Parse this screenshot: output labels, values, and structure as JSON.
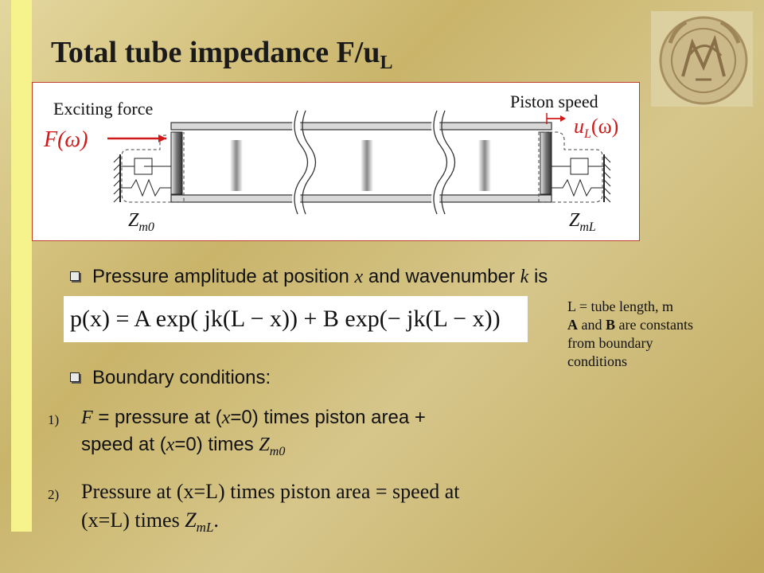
{
  "slide": {
    "title": "Total tube impedance F/u",
    "title_sub": "L"
  },
  "figure": {
    "exciting_force": "Exciting force",
    "piston_speed": "Piston speed",
    "force_symbol": "F(ω)",
    "speed_symbol_main": "u",
    "speed_symbol_sub": "L",
    "speed_symbol_arg": "(ω)",
    "zm0_main": "Z",
    "zm0_sub": "m0",
    "zmL_main": "Z",
    "zmL_sub": "mL"
  },
  "bullet1": {
    "pre": "Pressure amplitude at position ",
    "x": "x",
    "mid": " and wavenumber ",
    "k": "k",
    "post": " is"
  },
  "equation": "p(x) = A exp( jk(L − x)) + B exp(− jk(L − x))",
  "note": {
    "line1": "L = tube length, m",
    "line2_a": "A",
    "line2_mid": " and ",
    "line2_b": "B",
    "line2_post": " are constants",
    "line3": "from boundary",
    "line4": "conditions"
  },
  "bullet2": "Boundary conditions:",
  "item1": {
    "num": "1)",
    "F": "F",
    "a": " = pressure at (",
    "x1": "x",
    "b": "=0) times piston area +",
    "c": "speed at (",
    "x2": "x",
    "d": "=0) times ",
    "Z": "Z",
    "Zsub": "m0"
  },
  "item2": {
    "num": "2)",
    "line1": "Pressure at (x=L) times piston area = speed at",
    "line2_pre": "(x=L) times ",
    "Z": "Z",
    "Zsub": "mL",
    "end": "."
  },
  "colors": {
    "accent_red": "#d01a1a",
    "left_bar": "#f7f38c",
    "figure_border": "#c04030"
  }
}
